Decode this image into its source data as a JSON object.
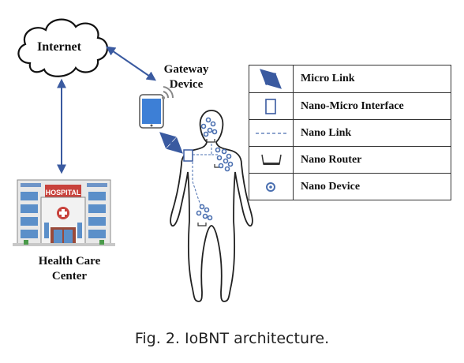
{
  "labels": {
    "internet": "Internet",
    "gateway_line1": "Gateway",
    "gateway_line2": "Device",
    "health_line1": "Health Care",
    "health_line2": "Center",
    "hospital_sign": "HOSPITAL"
  },
  "legend": {
    "items": [
      {
        "icon": "micro-link-icon",
        "label": "Micro Link"
      },
      {
        "icon": "nano-micro-interface-icon",
        "label": "Nano-Micro Interface"
      },
      {
        "icon": "nano-link-icon",
        "label": "Nano Link"
      },
      {
        "icon": "nano-router-icon",
        "label": "Nano Router"
      },
      {
        "icon": "nano-device-icon",
        "label": "Nano Device"
      }
    ]
  },
  "caption": "Fig. 2.  IoBNT architecture.",
  "colors": {
    "link_blue": "#4a6fb0",
    "phone_blue": "#3d7fd6",
    "hospital_red": "#c8423c",
    "window_blue": "#5b8fc9",
    "body_outline": "#222222"
  }
}
